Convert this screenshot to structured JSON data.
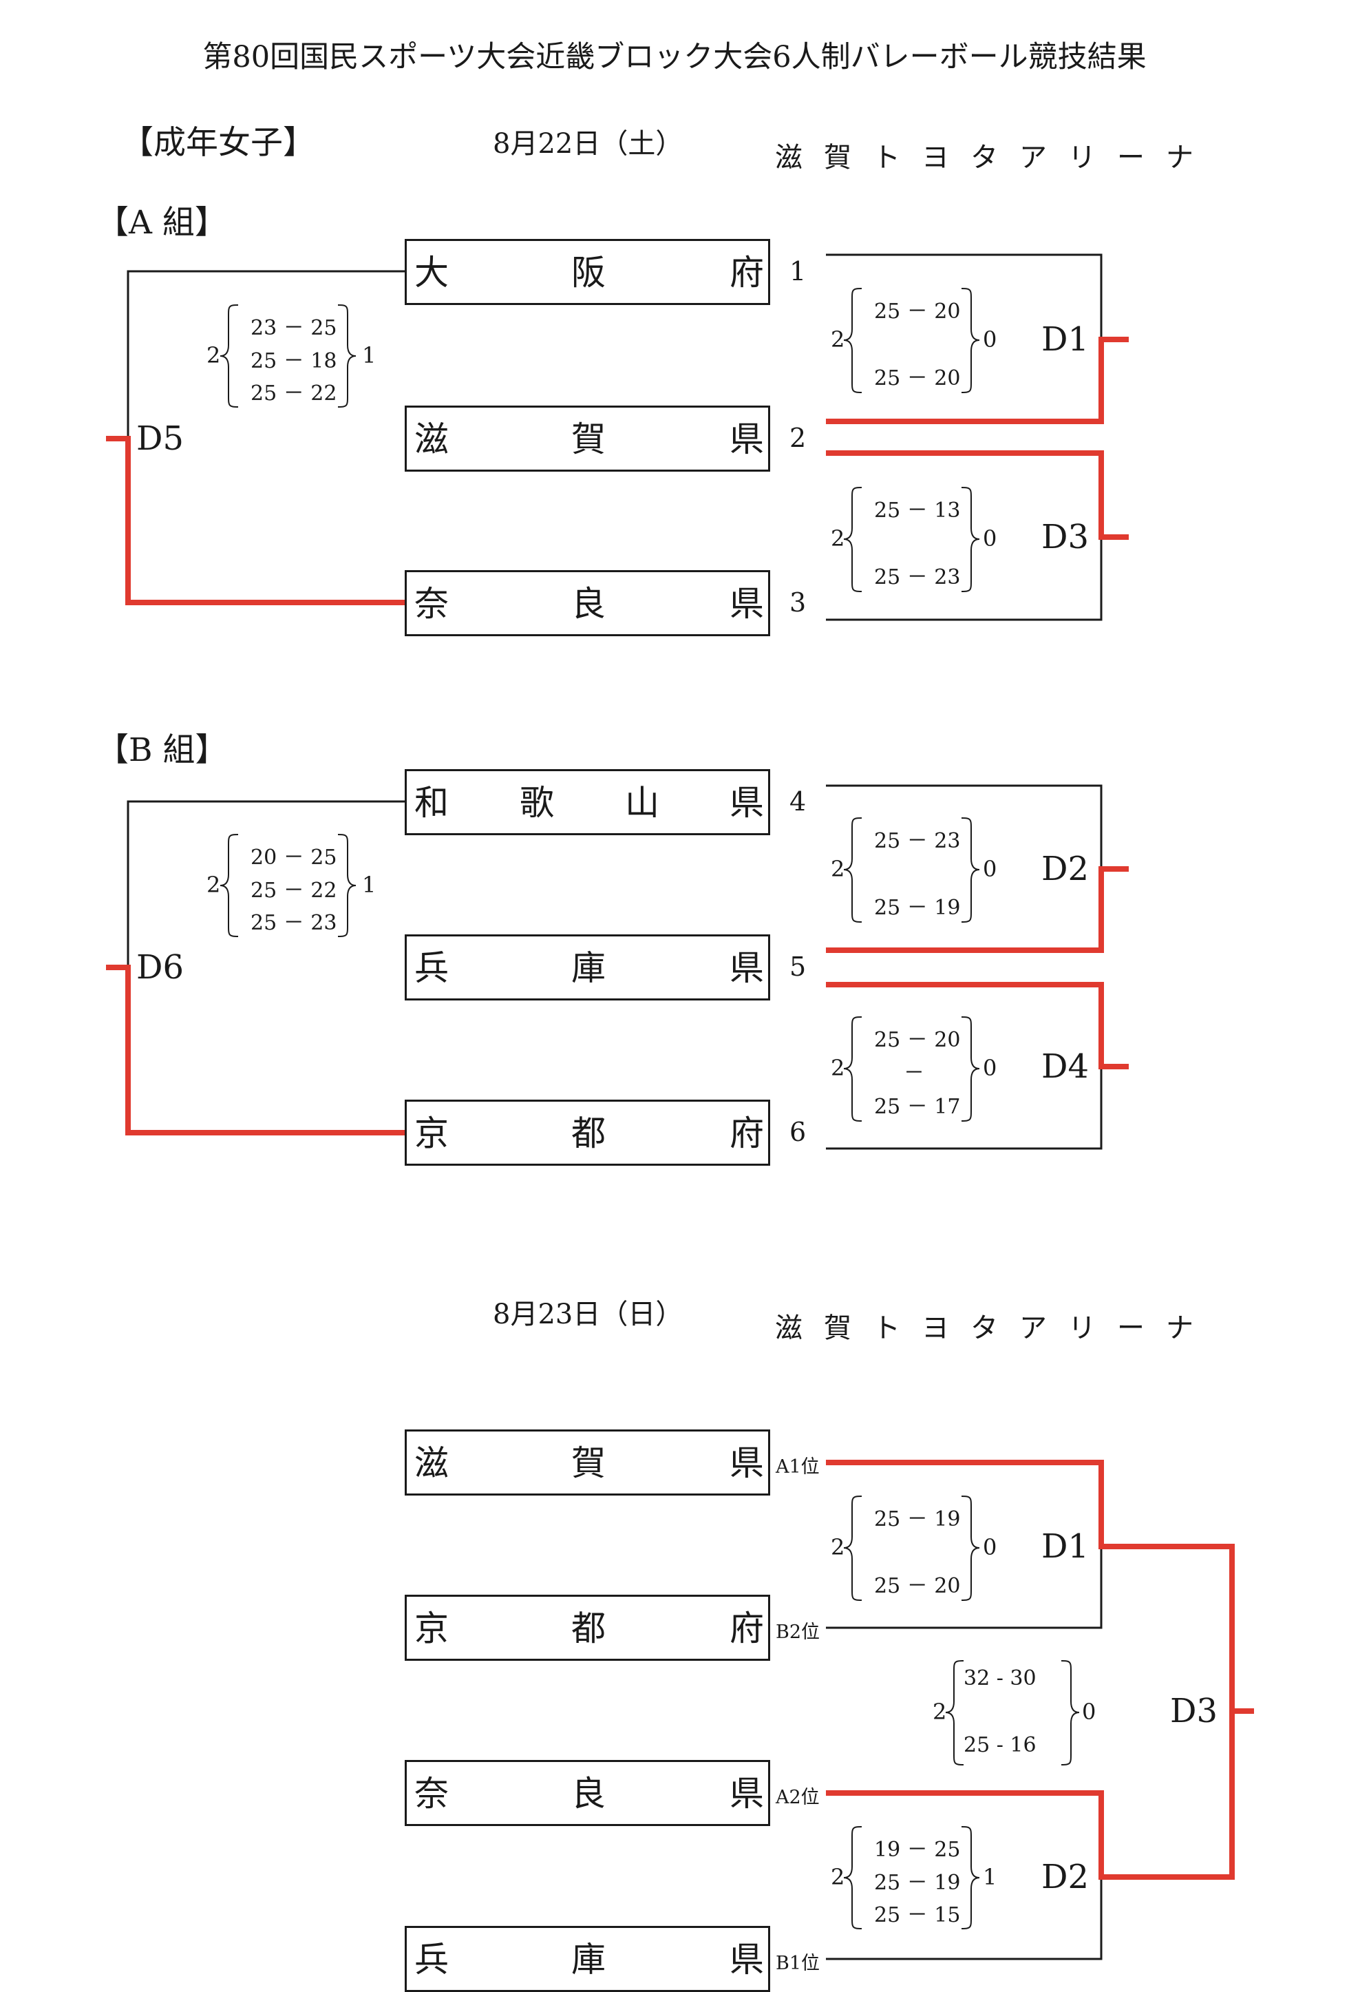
{
  "title": "第80回国民スポーツ大会近畿ブロック大会6人制バレーボール競技結果",
  "category": "【成年女子】",
  "day1": {
    "date": "8月22日（土）",
    "venue": "滋賀トヨタアリーナ"
  },
  "day2": {
    "date": "8月23日（日）",
    "venue": "滋賀トヨタアリーナ"
  },
  "groupA": {
    "label": "【A 組】",
    "teams": [
      {
        "name": [
          "大",
          "阪",
          "府"
        ],
        "seed": "1"
      },
      {
        "name": [
          "滋",
          "賀",
          "県"
        ],
        "seed": "2"
      },
      {
        "name": [
          "奈",
          "良",
          "県"
        ],
        "seed": "3"
      }
    ],
    "matches": [
      {
        "label": "D5",
        "left": "2",
        "right": "1",
        "sets": [
          "23 － 25",
          "25 － 18",
          "25 － 22"
        ]
      },
      {
        "label": "D1",
        "left": "2",
        "right": "0",
        "sets": [
          "25 － 20",
          "25 － 20"
        ]
      },
      {
        "label": "D3",
        "left": "2",
        "right": "0",
        "sets": [
          "25 － 13",
          "25 － 23"
        ]
      }
    ]
  },
  "groupB": {
    "label": "【B 組】",
    "teams": [
      {
        "name": [
          "和",
          "歌",
          "山",
          "県"
        ],
        "seed": "4"
      },
      {
        "name": [
          "兵",
          "庫",
          "県"
        ],
        "seed": "5"
      },
      {
        "name": [
          "京",
          "都",
          "府"
        ],
        "seed": "6"
      }
    ],
    "matches": [
      {
        "label": "D6",
        "left": "2",
        "right": "1",
        "sets": [
          "20 － 25",
          "25 － 22",
          "25 － 23"
        ]
      },
      {
        "label": "D2",
        "left": "2",
        "right": "0",
        "sets": [
          "25 － 23",
          "25 － 19"
        ]
      },
      {
        "label": "D4",
        "left": "2",
        "right": "0",
        "sets": [
          "25 － 20",
          "－",
          "25 － 17"
        ]
      }
    ]
  },
  "final": {
    "teams": [
      {
        "name": [
          "滋",
          "賀",
          "県"
        ],
        "rank": "A1位"
      },
      {
        "name": [
          "京",
          "都",
          "府"
        ],
        "rank": "B2位"
      },
      {
        "name": [
          "奈",
          "良",
          "県"
        ],
        "rank": "A2位"
      },
      {
        "name": [
          "兵",
          "庫",
          "県"
        ],
        "rank": "B1位"
      }
    ],
    "matches": [
      {
        "label": "D1",
        "left": "2",
        "right": "0",
        "sets": [
          "25 － 19",
          "25 － 20"
        ]
      },
      {
        "label": "D2",
        "left": "2",
        "right": "1",
        "sets": [
          "19 － 25",
          "25 － 19",
          "25 － 15"
        ]
      },
      {
        "label": "D3",
        "left": "2",
        "right": "0",
        "sets": [
          "32 - 30",
          "25 - 16"
        ]
      }
    ]
  },
  "colors": {
    "winner_line": "#e03a2f",
    "line": "#1a1a1a"
  }
}
